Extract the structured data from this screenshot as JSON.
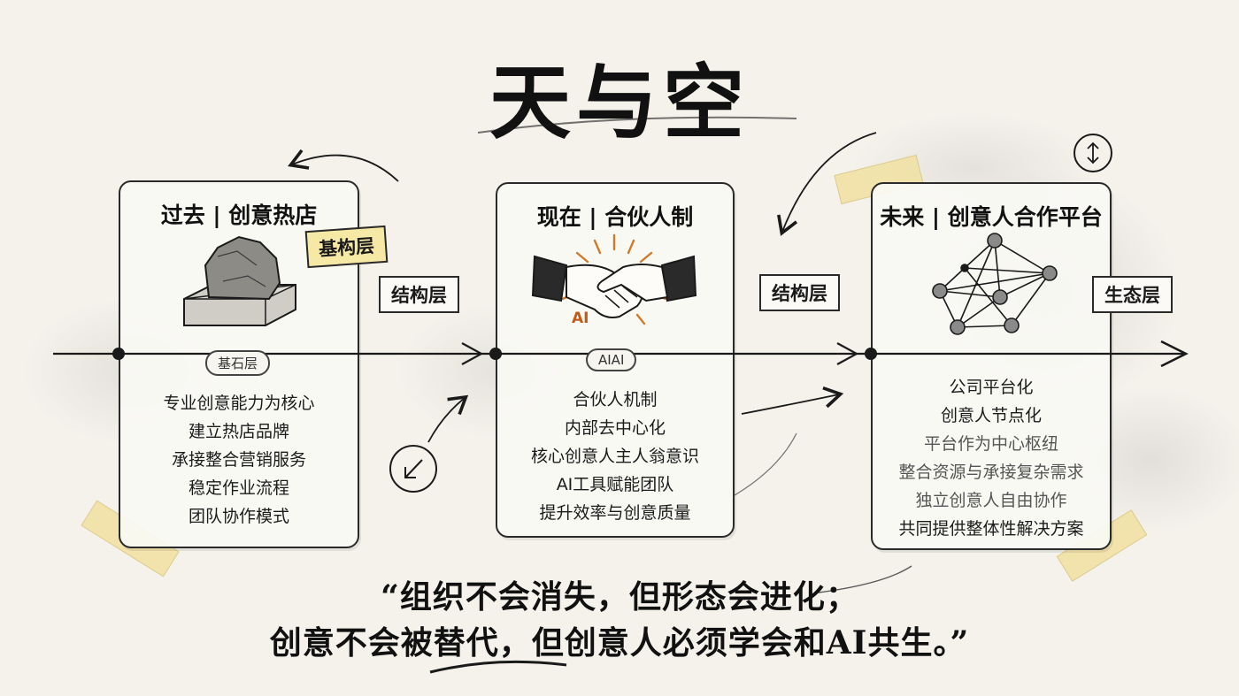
{
  "title": "天与空",
  "stages": [
    {
      "title": "过去 | 创意热店",
      "tag": "基构层",
      "pill": "基石层",
      "bullets": [
        "专业创意能力为核心",
        "建立热店品牌",
        "承接整合营销服务",
        "稳定作业流程",
        "团队协作模式"
      ]
    },
    {
      "title": "现在 | 合伙人制",
      "small_label": "AI",
      "pill": "AIAI",
      "bullets": [
        "合伙人机制",
        "内部去中心化",
        "核心创意人主人翁意识",
        "AI工具赋能团队",
        "提升效率与创意质量"
      ]
    },
    {
      "title": "未来 | 创意人合作平台",
      "bullets": [
        "公司平台化",
        "创意人节点化",
        "平台作为中心枢纽",
        "整合资源与承接复杂需求",
        "独立创意人自由协作",
        "共同提供整体性解决方案"
      ]
    }
  ],
  "connectors": {
    "left": "结构层",
    "right": "结构层",
    "end": "生态层"
  },
  "quote": {
    "line1": "“组织不会消失，但形态会进化；",
    "line2": "创意不会被替代，但创意人必须学会和AI共生。”"
  },
  "colors": {
    "ink": "#1a1a1a",
    "tape": "#f0e1a0",
    "accent": "#c25a1a"
  }
}
